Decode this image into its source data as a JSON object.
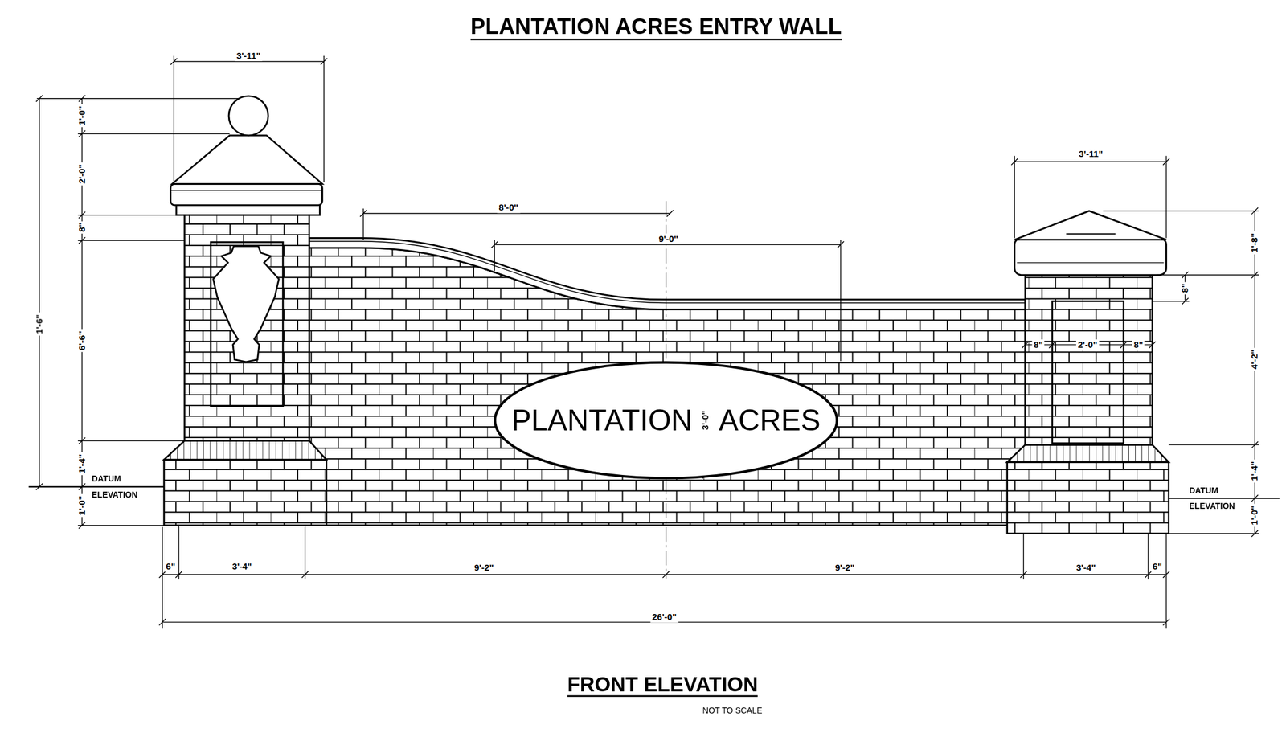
{
  "diagram": {
    "title": "PLANTATION ACRES ENTRY WALL",
    "caption": "FRONT ELEVATION",
    "nodes": [
      {
        "text": [
          "PLANTATION ACRES"
        ]
      }
    ],
    "labels": [
      "3'-11\"",
      "8'-0\"",
      "9'-0\"",
      "3'-11\"",
      "1'-0\"",
      "2'-0\"",
      "8\"",
      "6'-6\"",
      "1'-4\"",
      "1'-0\"",
      "1'-6\"",
      "DATUM ELEVATION",
      "3'-0\"",
      "8\"",
      "2'-0\"",
      "8\"",
      "1'-8\"",
      "8\"",
      "4'-2\"",
      "1'-4\"",
      "DATUM ELEVATION",
      "1'-0\"",
      "6\"",
      "3'-4\"",
      "9'-2\"",
      "9'-2\"",
      "3'-4\"",
      "6\"",
      "26'-0\"",
      "NOT TO SCALE"
    ]
  }
}
